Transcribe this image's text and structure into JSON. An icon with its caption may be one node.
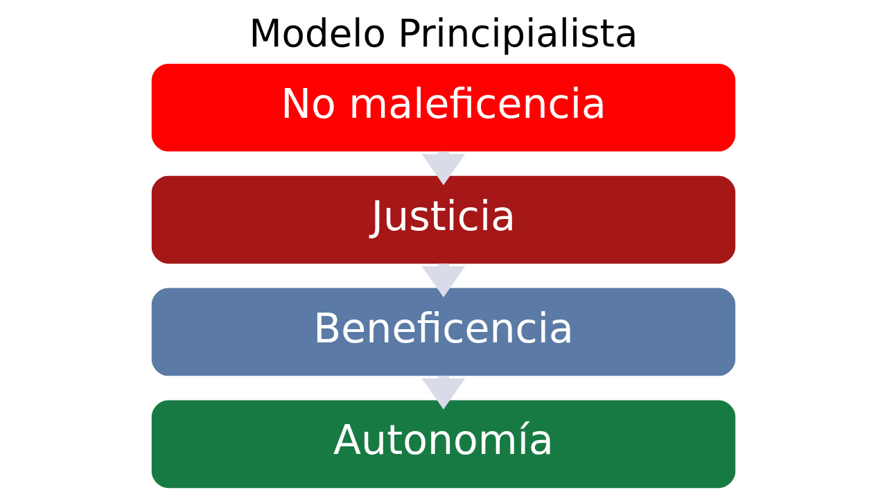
{
  "diagram": {
    "title": "Modelo Principialista",
    "nodes": [
      {
        "text": [
          "No maleficencia"
        ]
      },
      {
        "text": [
          "Justicia"
        ]
      },
      {
        "text": [
          "Beneficencia"
        ]
      },
      {
        "text": [
          "Autonomía"
        ]
      }
    ],
    "edges": [
      {
        "from": 0,
        "to": 1,
        "arrow": "to"
      },
      {
        "from": 1,
        "to": 2,
        "arrow": "to"
      },
      {
        "from": 2,
        "to": 3,
        "arrow": "to"
      }
    ]
  }
}
